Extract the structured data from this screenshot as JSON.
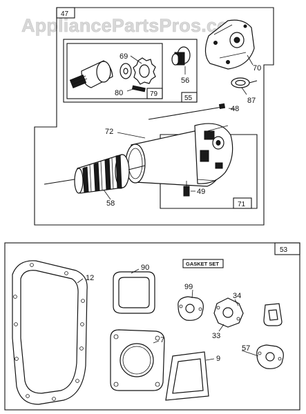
{
  "watermark": "AppliancePartsPros.com",
  "upper_assembly": {
    "box_label": "47",
    "sub_boxes": [
      {
        "id": "drive",
        "label": "55"
      },
      {
        "id": "clutch",
        "label": "79"
      },
      {
        "id": "motor",
        "label": "71"
      }
    ],
    "callouts": [
      "69",
      "56",
      "70",
      "80",
      "87",
      "48",
      "72",
      "49",
      "58"
    ]
  },
  "lower_assembly": {
    "box_label": "53",
    "gasket_set_label": "GASKET SET",
    "callouts": [
      "12",
      "90",
      "99",
      "34",
      "33",
      "7",
      "9",
      "57"
    ]
  }
}
